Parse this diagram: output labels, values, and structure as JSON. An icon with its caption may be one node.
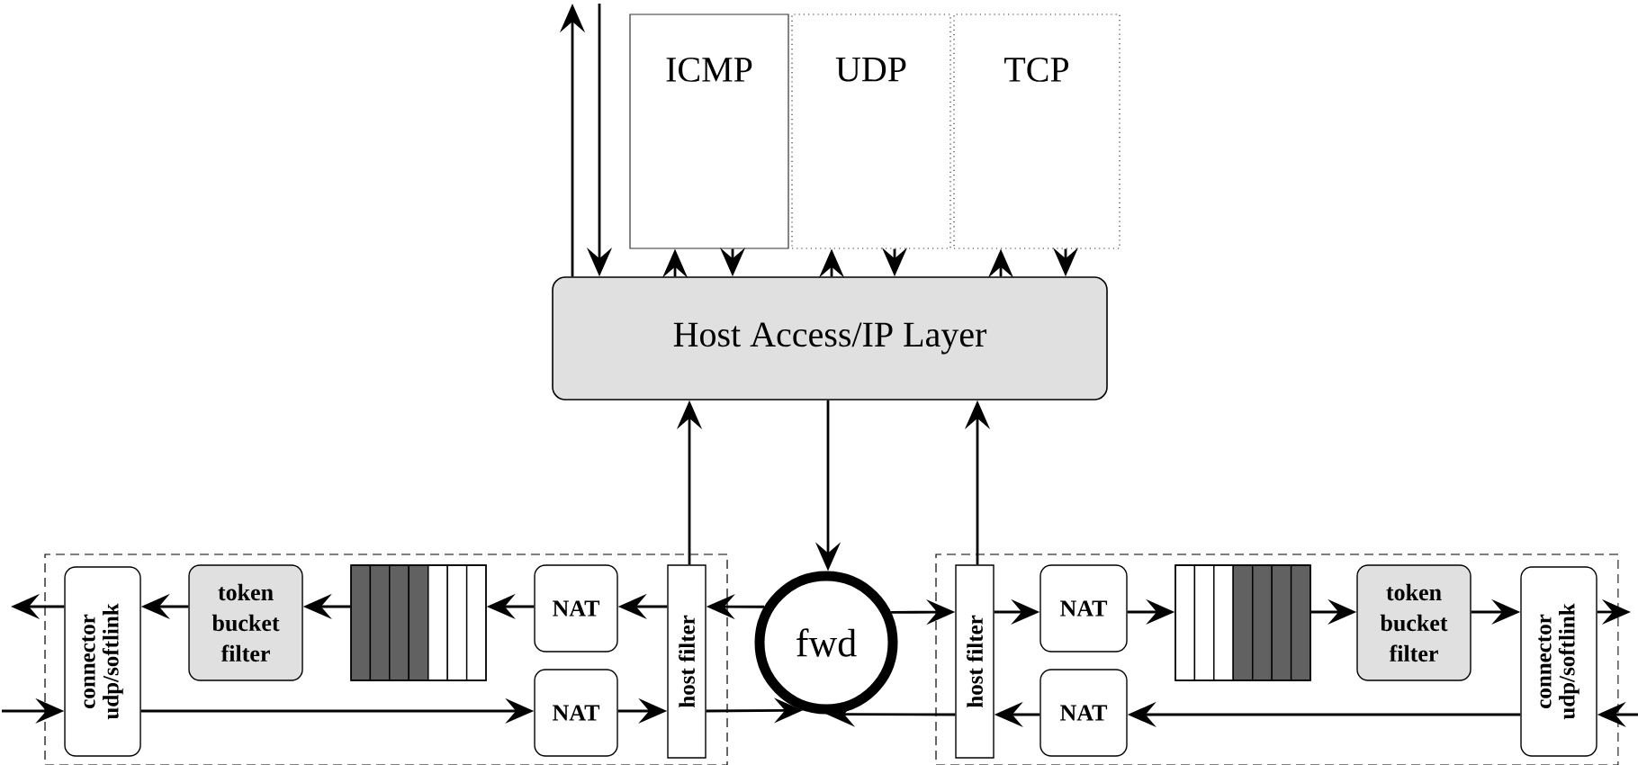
{
  "diagram": {
    "nodes": [
      {
        "text": [
          "ICMP"
        ]
      },
      {
        "text": [
          "UDP"
        ]
      },
      {
        "text": [
          "TCP"
        ]
      },
      {
        "text": [
          "Host Access/IP Layer"
        ]
      },
      {
        "text": [
          "fwd"
        ]
      },
      {
        "text": [],
        "shape": "box"
      },
      {
        "text": [
          "connector udp/softlink"
        ],
        "in": 5
      },
      {
        "text": [
          "token bucket filter"
        ],
        "in": 5
      },
      {
        "text": [],
        "shape": "box",
        "in": 5
      },
      {
        "text": [
          "NAT"
        ],
        "in": 5
      },
      {
        "text": [
          "NAT"
        ],
        "in": 5
      },
      {
        "text": [
          "host filter"
        ],
        "in": 5
      },
      {
        "text": [],
        "shape": "box"
      },
      {
        "text": [
          "host filter"
        ],
        "in": 12
      },
      {
        "text": [
          "NAT"
        ],
        "in": 12
      },
      {
        "text": [
          "NAT"
        ],
        "in": 12
      },
      {
        "text": [],
        "shape": "box",
        "in": 12
      },
      {
        "text": [
          "token bucket filter"
        ],
        "in": 12
      },
      {
        "text": [
          "connector udp/softlink"
        ],
        "in": 12
      }
    ],
    "edges": [
      {
        "from": 3,
        "to": null,
        "arrow": "to"
      },
      {
        "from": null,
        "to": 3,
        "arrow": "to"
      },
      {
        "from": 3,
        "to": 0,
        "arrow": "to"
      },
      {
        "from": 0,
        "to": 3,
        "arrow": "to"
      },
      {
        "from": 3,
        "to": 1,
        "arrow": "to"
      },
      {
        "from": 1,
        "to": 3,
        "arrow": "to"
      },
      {
        "from": 3,
        "to": 2,
        "arrow": "to"
      },
      {
        "from": 2,
        "to": 3,
        "arrow": "to"
      },
      {
        "from": 3,
        "to": 4,
        "arrow": "to"
      },
      {
        "from": 11,
        "to": 3,
        "arrow": "to"
      },
      {
        "from": 13,
        "to": 3,
        "arrow": "to"
      },
      {
        "from": 4,
        "to": 11,
        "arrow": "to"
      },
      {
        "from": 11,
        "to": 4,
        "arrow": "to"
      },
      {
        "from": 4,
        "to": 13,
        "arrow": "to"
      },
      {
        "from": 13,
        "to": 4,
        "arrow": "to"
      },
      {
        "from": 11,
        "to": 9,
        "arrow": "to"
      },
      {
        "from": 9,
        "to": 8,
        "arrow": "to"
      },
      {
        "from": 8,
        "to": 7,
        "arrow": "to"
      },
      {
        "from": 7,
        "to": 6,
        "arrow": "to"
      },
      {
        "from": 6,
        "to": null,
        "arrow": "to"
      },
      {
        "from": null,
        "to": 6,
        "arrow": "to"
      },
      {
        "from": 6,
        "to": 10,
        "arrow": "to"
      },
      {
        "from": 10,
        "to": 11,
        "arrow": "to"
      },
      {
        "from": 13,
        "to": 14,
        "arrow": "to"
      },
      {
        "from": 14,
        "to": 16,
        "arrow": "to"
      },
      {
        "from": 16,
        "to": 17,
        "arrow": "to"
      },
      {
        "from": 17,
        "to": 18,
        "arrow": "to"
      },
      {
        "from": 18,
        "to": null,
        "arrow": "to"
      },
      {
        "from": null,
        "to": 18,
        "arrow": "to"
      },
      {
        "from": 18,
        "to": 15,
        "arrow": "to"
      },
      {
        "from": 15,
        "to": 13,
        "arrow": "to"
      }
    ]
  }
}
